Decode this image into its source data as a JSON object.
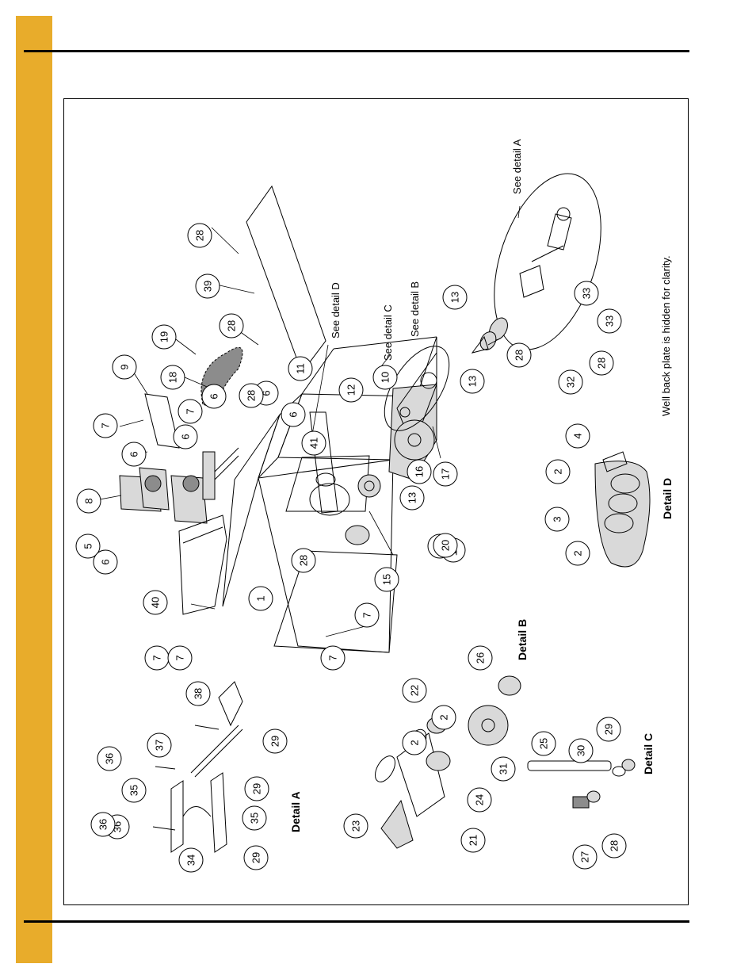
{
  "page": {
    "accent_color": "#E8AC2B",
    "rule_color": "#000000"
  },
  "diagram": {
    "notes": {
      "see_detail_a": "See detail A",
      "see_detail_b": "See detail B",
      "see_detail_c": "See detail C",
      "see_detail_d": "See detail D",
      "hidden_note": "Well back plate is hidden for clarity."
    },
    "detail_titles": {
      "a": "Detail A",
      "b": "Detail B",
      "c": "Detail C",
      "d": "Detail D"
    },
    "callouts": [
      "28",
      "39",
      "28",
      "19",
      "18",
      "9",
      "7",
      "7",
      "6",
      "6",
      "6",
      "6",
      "8",
      "6",
      "5",
      "6",
      "40",
      "28",
      "41",
      "12",
      "11",
      "28",
      "1",
      "7",
      "7",
      "7",
      "7",
      "15",
      "14",
      "13",
      "20",
      "13",
      "16",
      "17",
      "13",
      "10",
      "13",
      "28",
      "32",
      "28",
      "33",
      "33",
      "4",
      "2",
      "3",
      "2",
      "36",
      "38",
      "36",
      "37",
      "29",
      "35",
      "29",
      "36",
      "35",
      "34",
      "29",
      "2",
      "2",
      "22",
      "23",
      "21",
      "24",
      "26",
      "25",
      "29",
      "30",
      "31",
      "27",
      "28"
    ]
  }
}
